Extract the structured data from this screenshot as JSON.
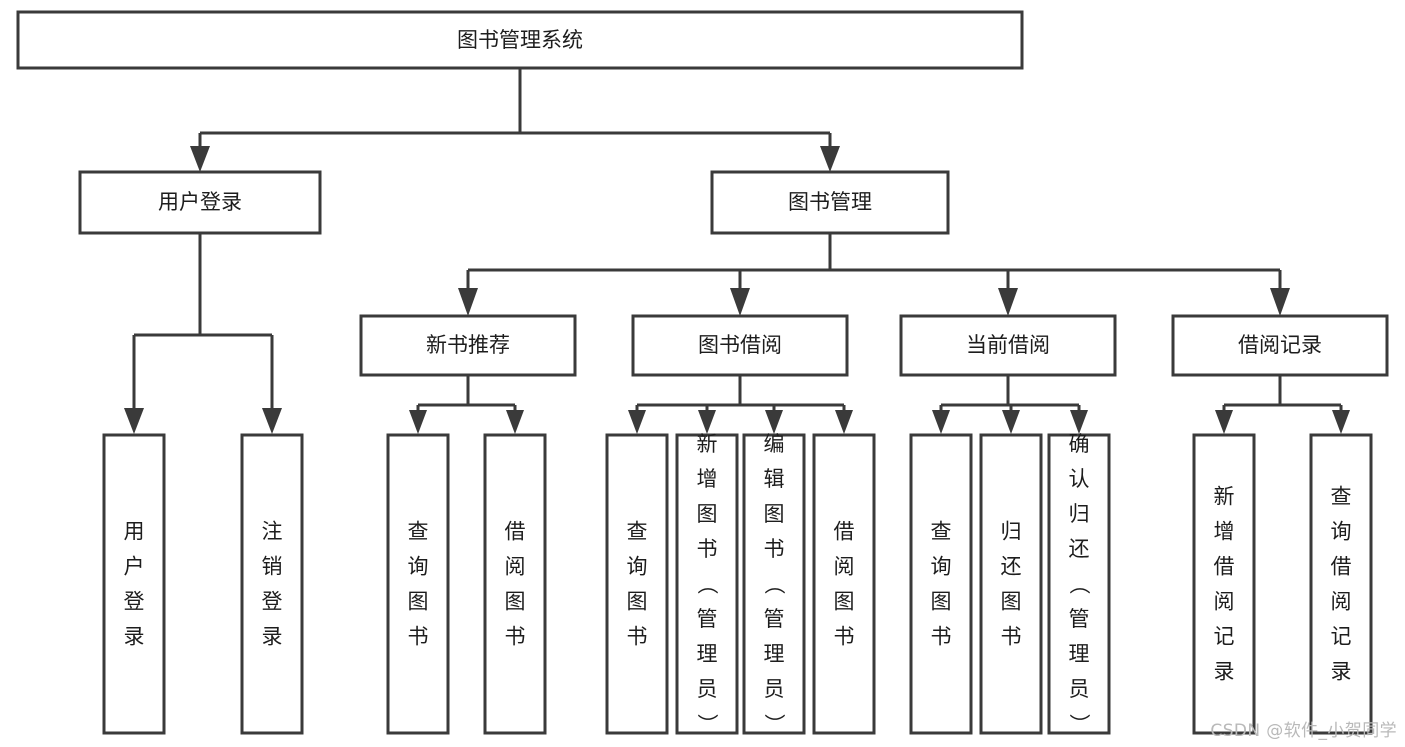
{
  "diagram": {
    "type": "tree",
    "title": "图书管理系统",
    "orientation": "top-down",
    "colors": {
      "box_stroke": "#3a3a3a",
      "box_fill": "#ffffff",
      "connector": "#3a3a3a",
      "text": "#1d1d1d",
      "background": "#ffffff",
      "watermark": "#b9b9b9"
    },
    "root": {
      "id": "root",
      "label": "图书管理系统"
    },
    "level2": [
      {
        "id": "user-login",
        "label": "用户登录"
      },
      {
        "id": "book-manage",
        "label": "图书管理"
      }
    ],
    "level3": [
      {
        "id": "new-book-recommend",
        "label": "新书推荐",
        "parent": "book-manage"
      },
      {
        "id": "book-borrow",
        "label": "图书借阅",
        "parent": "book-manage"
      },
      {
        "id": "current-borrow",
        "label": "当前借阅",
        "parent": "book-manage"
      },
      {
        "id": "borrow-record",
        "label": "借阅记录",
        "parent": "book-manage"
      }
    ],
    "leaves": {
      "user-login": [
        {
          "id": "leaf-user-login",
          "label": "用户登录"
        },
        {
          "id": "leaf-user-logout",
          "label": "注销登录"
        }
      ],
      "new-book-recommend": [
        {
          "id": "leaf-query-book-1",
          "label": "查询图书"
        },
        {
          "id": "leaf-borrow-book-1",
          "label": "借阅图书"
        }
      ],
      "book-borrow": [
        {
          "id": "leaf-query-book-2",
          "label": "查询图书"
        },
        {
          "id": "leaf-add-book",
          "label": "新增图书（管理员）"
        },
        {
          "id": "leaf-edit-book",
          "label": "编辑图书（管理员）"
        },
        {
          "id": "leaf-borrow-book-2",
          "label": "借阅图书"
        }
      ],
      "current-borrow": [
        {
          "id": "leaf-query-book-3",
          "label": "查询图书"
        },
        {
          "id": "leaf-return-book",
          "label": "归还图书"
        },
        {
          "id": "leaf-confirm-return",
          "label": "确认归还（管理员）"
        }
      ],
      "borrow-record": [
        {
          "id": "leaf-add-record",
          "label": "新增借阅记录"
        },
        {
          "id": "leaf-query-record",
          "label": "查询借阅记录"
        }
      ]
    }
  },
  "watermark": {
    "text": "CSDN @软件_小贺同学"
  }
}
